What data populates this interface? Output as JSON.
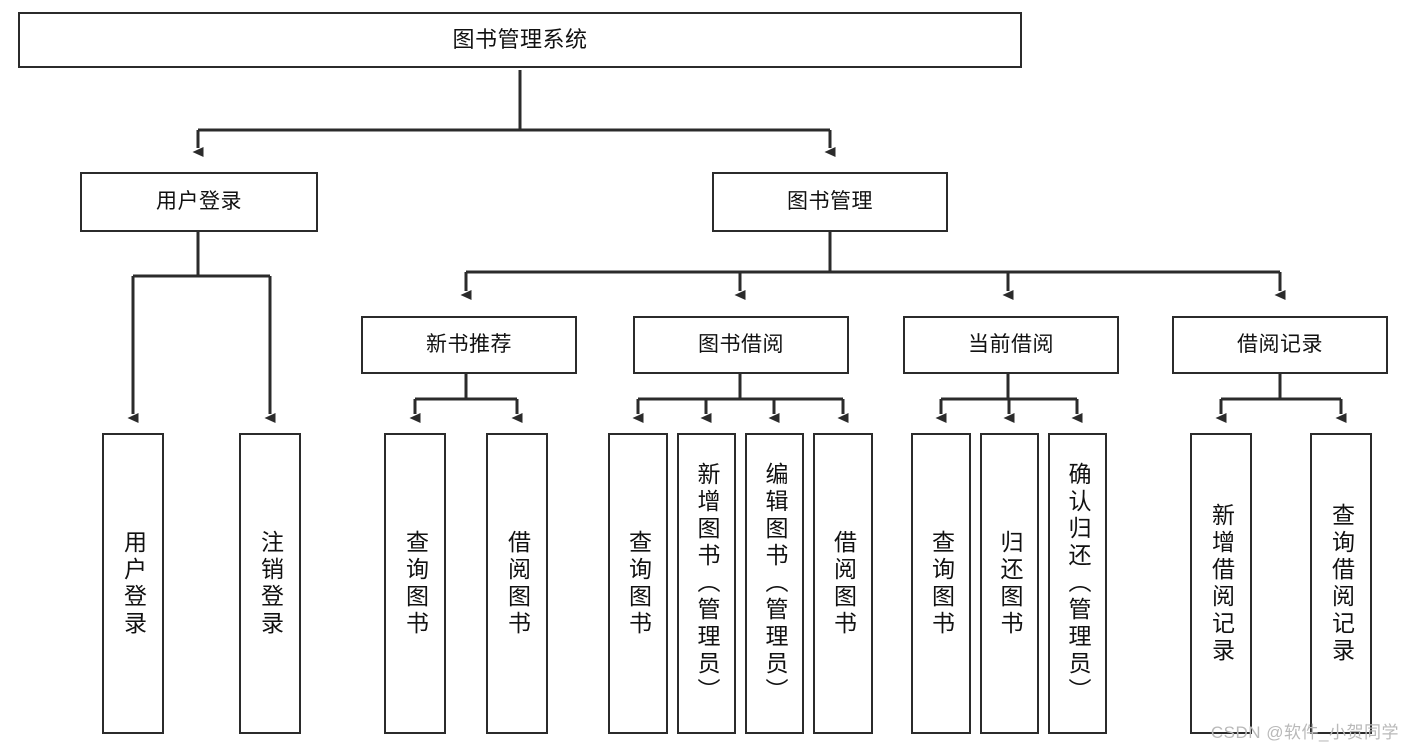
{
  "diagram": {
    "type": "tree-hierarchy-chart",
    "title": "图书管理系统",
    "background_color": "#ffffff",
    "line_color": "#2b2b2b",
    "text_color": "#111111"
  },
  "watermark": {
    "text": "CSDN @软件_小贺同学",
    "color": "#b9b9b9"
  },
  "nodes": {
    "root": {
      "label": "图书管理系统"
    },
    "level2": [
      {
        "label": "用户登录"
      },
      {
        "label": "图书管理"
      }
    ],
    "level3": [
      {
        "label": "新书推荐"
      },
      {
        "label": "图书借阅"
      },
      {
        "label": "当前借阅"
      },
      {
        "label": "借阅记录"
      }
    ],
    "leaves": {
      "user_login": [
        {
          "label": "用户登录"
        },
        {
          "label": "注销登录"
        }
      ],
      "new_book_recommend": [
        {
          "label": "查询图书"
        },
        {
          "label": "借阅图书"
        }
      ],
      "book_borrow": [
        {
          "label": "查询图书"
        },
        {
          "label": "新增图书（管理员）"
        },
        {
          "label": "编辑图书（管理员）"
        },
        {
          "label": "借阅图书"
        }
      ],
      "current_borrow": [
        {
          "label": "查询图书"
        },
        {
          "label": "归还图书"
        },
        {
          "label": "确认归还（管理员）"
        }
      ],
      "borrow_record": [
        {
          "label": "新增借阅记录"
        },
        {
          "label": "查询借阅记录"
        }
      ]
    }
  }
}
